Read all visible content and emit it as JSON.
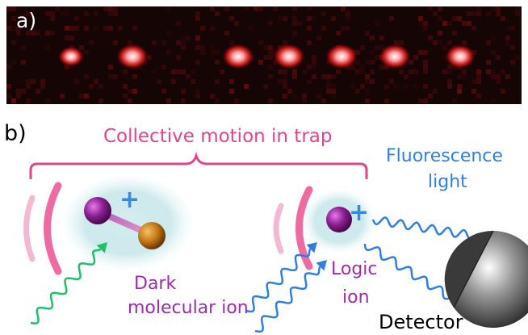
{
  "panel_a": {
    "label": "a)",
    "ion_count": 7,
    "background_color": "#150505",
    "ion_color": "#ff2020"
  },
  "panel_b": {
    "label": "b)",
    "collective_label": "Collective motion in trap",
    "fluorescence_line1": "Fluorescence",
    "fluorescence_line2": "light",
    "dark_line1": "Dark",
    "dark_line2": "molecular ion",
    "logic_line1": "Logic",
    "logic_line2": "ion",
    "detector_label": "Detector",
    "charge_symbol": "+",
    "colors": {
      "brace": "#e0458c",
      "fluorescence": "#2f7fe0",
      "ion_labels": "#9a2ea9",
      "incoming_green": "#1fbf6b",
      "ion_purple": "#8a1f8f",
      "ion_orange": "#c77a18",
      "detector": "#555555"
    }
  }
}
